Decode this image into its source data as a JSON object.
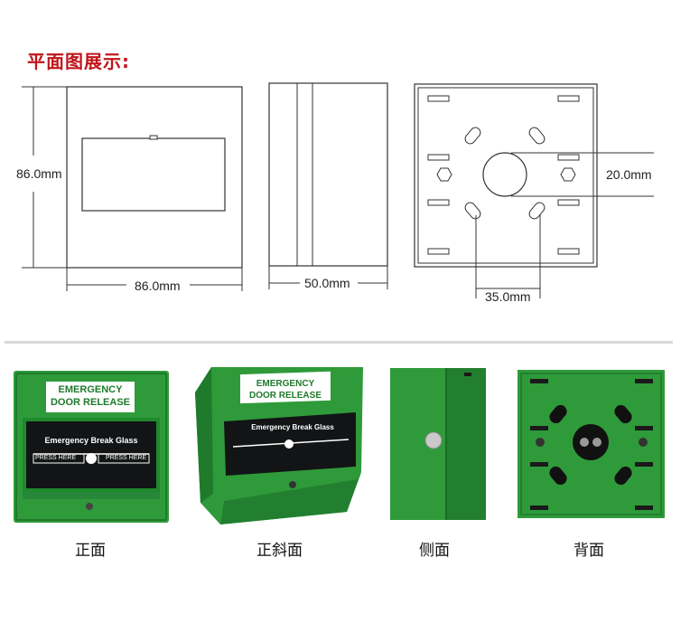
{
  "header": {
    "title": "平面图展示:"
  },
  "drawings": {
    "front": {
      "height_label": "86.0mm",
      "width_label": "86.0mm"
    },
    "side": {
      "depth_label": "50.0mm"
    },
    "back": {
      "hole_label": "20.0mm",
      "spacing_label": "35.0mm"
    }
  },
  "product_label": {
    "line1": "EMERGENCY",
    "line2": "DOOR RELEASE",
    "glass": "Emergency Break Glass",
    "press_left": "PRESS HERE",
    "press_right": "PRESS HERE"
  },
  "photos": [
    {
      "caption": "正面"
    },
    {
      "caption": "正斜面"
    },
    {
      "caption": "侧面"
    },
    {
      "caption": "背面"
    }
  ],
  "colors": {
    "title": "#c0161b",
    "device_green": "#2f9a3a",
    "device_dark": "#1f7a2b"
  },
  "icons": [
    "screw-icon",
    "arrow-icon"
  ]
}
